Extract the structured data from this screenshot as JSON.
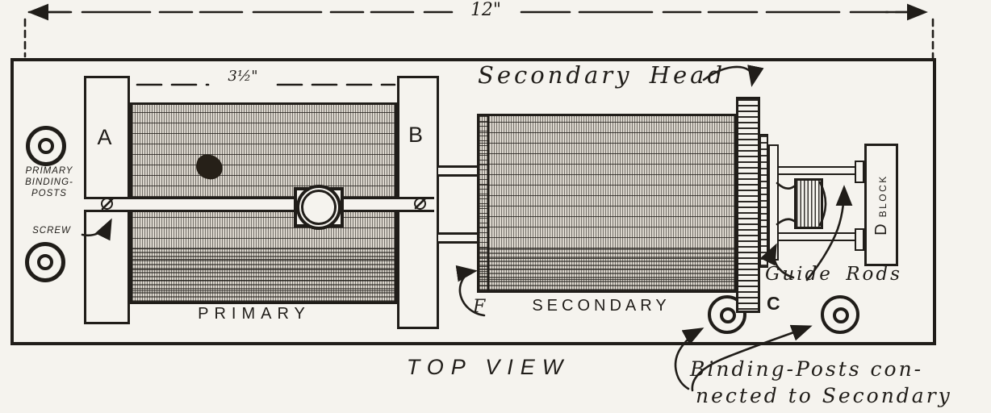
{
  "title": "TOP VIEW",
  "dimensions": {
    "overall": "12\"",
    "primary_section": "3½\""
  },
  "labels": {
    "plate_a": "A",
    "plate_b": "B",
    "post_c": "C",
    "block_d": "D",
    "block_word": "BLOCK",
    "coil_f": "F",
    "primary_coil": "PRIMARY",
    "secondary_coil": "SECONDARY",
    "secondary_head": "Secondary Head",
    "guide_rods": "Guide Rods",
    "screw": "SCREW",
    "primary_posts": [
      "PRIMARY",
      "BINDING-",
      "POSTS"
    ],
    "secondary_posts": [
      "Binding-Posts con-",
      "nected to Secondary"
    ]
  },
  "colors": {
    "ink": "#201d19",
    "paper": "#f5f3ee"
  }
}
